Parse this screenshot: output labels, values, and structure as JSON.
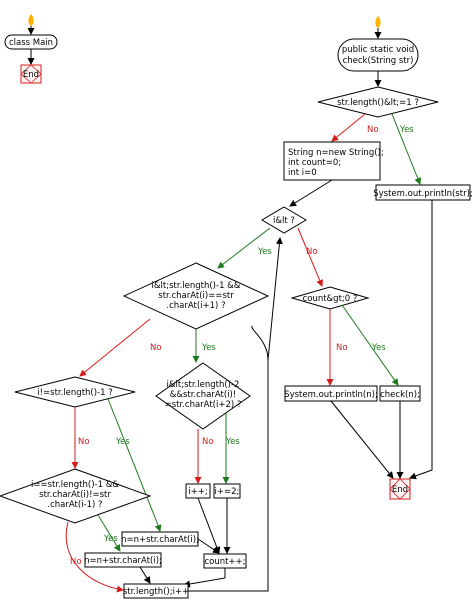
{
  "left_flow": {
    "class_label": "class Main",
    "end_label": "End"
  },
  "method": {
    "signature_line1": "public static void",
    "signature_line2": "check(String str)"
  },
  "decisions": {
    "length_check": "str.length()&lt;=1 ?",
    "i_lt": "i&lt ?",
    "cond_a_line1": "i&lt;str.length()-1 &&",
    "cond_a_line2": "str.charAt(i)==str",
    "cond_a_line3": ".charAt(i+1) ?",
    "cond_b_line1": "i&lt;str.length()-2",
    "cond_b_line2": "&&str.charAt(i)!",
    "cond_b_line3": "=str.charAt(i+2) ?",
    "cond_c": "i!=str.length()-1 ?",
    "cond_d_line1": "i==str.length()-1 &&",
    "cond_d_line2": "str.charAt(i)!=str",
    "cond_d_line3": ".charAt(i-1) ?",
    "count_check": "count&gt;0 ?"
  },
  "statements": {
    "init_line1": "String n=new String();",
    "init_line2": "int count=0;",
    "init_line3": "int i=0",
    "print_str": "System.out.println(str);",
    "print_n": "System.out.println(n);",
    "check_n": "check(n);",
    "i_inc1": "i++;",
    "i_inc2": "i+=2;",
    "count_inc": "count++;",
    "n_append1": "n=n+str.charAt(i);",
    "n_append2": "n=n+str.charAt(i);",
    "loop_update": "str.length();i++",
    "end_label": "End"
  },
  "branches": {
    "no": "No",
    "yes": "Yes"
  },
  "colors": {
    "no_branch": "#d81b1b",
    "yes_branch": "#1f7a1f",
    "start_marker": "#ffb300"
  }
}
